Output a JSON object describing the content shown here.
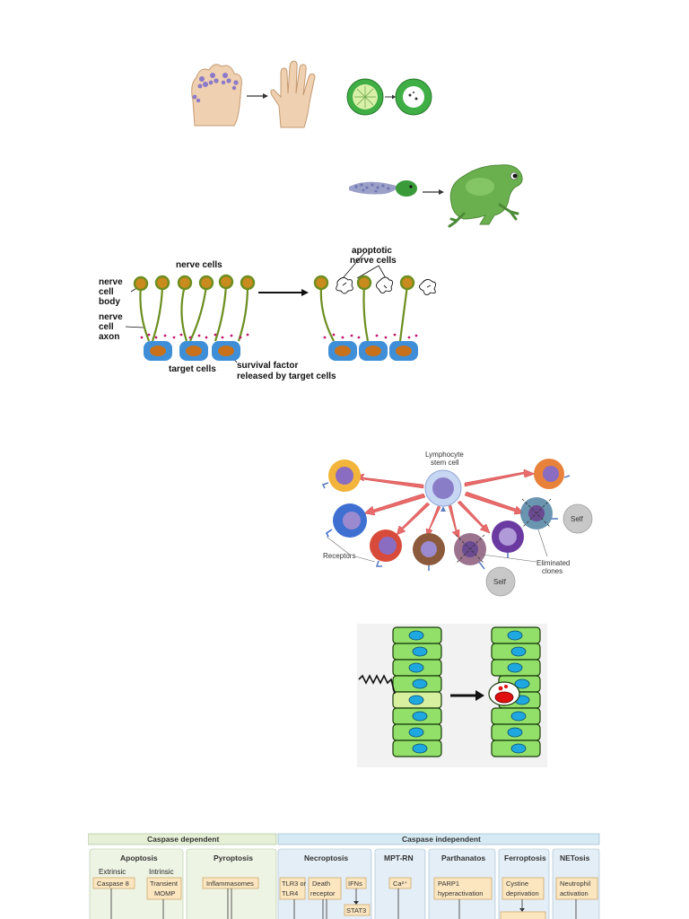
{
  "nerve_panel": {
    "nerve_cells": "nerve cells",
    "nerve_cell_body": [
      "nerve",
      "cell",
      "body"
    ],
    "nerve_cell_axon": [
      "nerve",
      "cell",
      "axon"
    ],
    "target_cells": "target cells",
    "survival_factor": [
      "survival factor",
      "released by target cells"
    ],
    "apoptotic": [
      "apoptotic",
      "nerve cells"
    ]
  },
  "lymphocyte_panel": {
    "stem_cell": [
      "Lymphocyte",
      "stem cell"
    ],
    "receptors": "Receptors",
    "self_1": "Self",
    "self_2": "Self",
    "eliminated": [
      "Eliminated",
      "clones"
    ]
  },
  "table": {
    "caspase_dependent": "Caspase dependent",
    "caspase_independent": "Caspase independent",
    "columns": {
      "apoptosis": "Apoptosis",
      "pyroptosis": "Pyroptosis",
      "necroptosis": "Necroptosis",
      "mpt_rn": "MPT-RN",
      "parthanatos": "Parthanatos",
      "ferroptosis": "Ferroptosis",
      "netosis": "NETosis"
    },
    "extrinsic": "Extrinsic",
    "intrinsic": "Intrinsic",
    "boxes": {
      "caspase8": "Caspase 8",
      "momp": [
        "Transient",
        "MOMP"
      ],
      "inflammasomes": "Inflammasomes",
      "tlr": [
        "TLR3 or",
        "TLR4"
      ],
      "death_receptor": [
        "Death",
        "receptor"
      ],
      "ifns": "IFNs",
      "stat3": "STAT3",
      "ca": "Ca²⁺",
      "parp1": [
        "PARP1",
        "hyperactivation"
      ],
      "cystine": [
        "Cystine",
        "deprivation"
      ],
      "neutrophil": [
        "Neutrophil",
        "activation"
      ]
    }
  }
}
